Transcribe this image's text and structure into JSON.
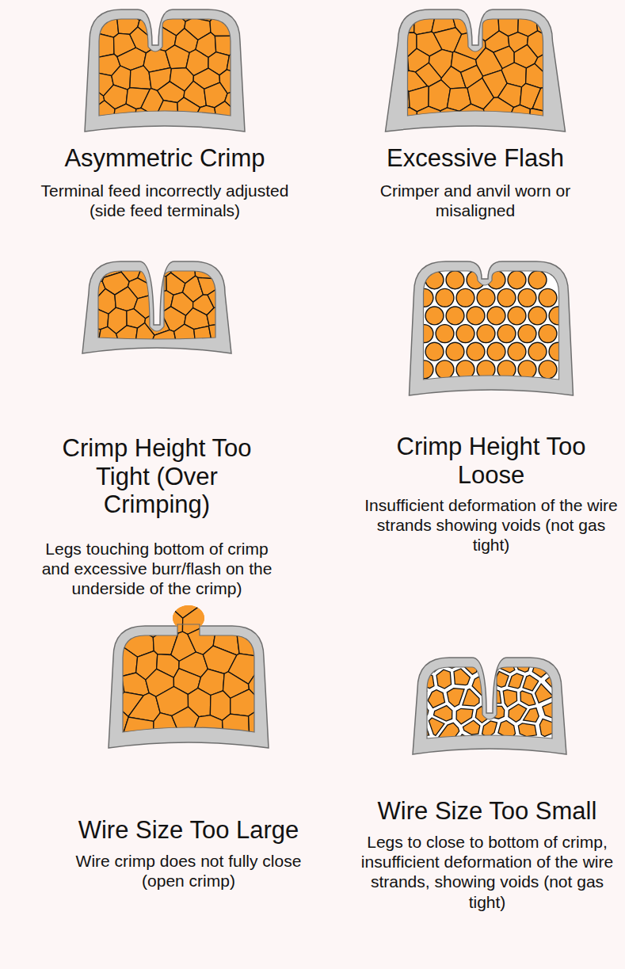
{
  "diagram": {
    "labels": [
      "Asymmetric Crimp",
      "Terminal feed incorrectly adjusted (side feed terminals)",
      "Excessive Flash",
      "Crimper and anvil worn or misaligned",
      "Crimp Height Too Tight (Over Crimping)",
      "Legs touching bottom of crimp and excessive burr/flash on the underside of the crimp)",
      "Crimp Height Too Loose",
      "Insufficient deformation of the wire strands showing voids (not gas tight)",
      "Wire Size Too Large",
      "Wire crimp does not fully close (open crimp)",
      "Wire Size Too Small",
      "Legs to close to bottom of crimp, insufficient deformation of the wire strands, showing voids (not gas tight)"
    ]
  }
}
